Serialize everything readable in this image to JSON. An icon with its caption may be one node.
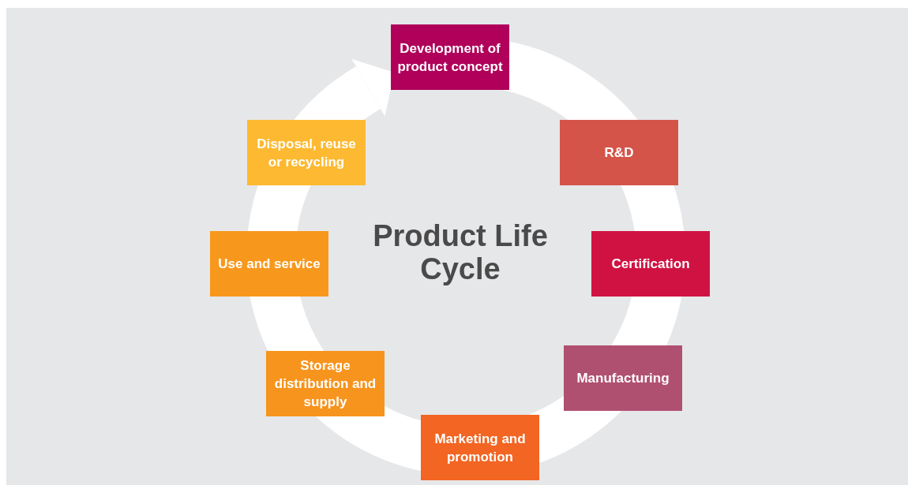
{
  "diagram": {
    "title": "Product Life Cycle",
    "nodes": [
      {
        "text": [
          "Development of product concept"
        ]
      },
      {
        "text": [
          "R&D"
        ]
      },
      {
        "text": [
          "Certification"
        ]
      },
      {
        "text": [
          "Manufacturing"
        ]
      },
      {
        "text": [
          "Marketing and promotion"
        ]
      },
      {
        "text": [
          "Storage distribution and supply"
        ]
      },
      {
        "text": [
          "Use and service"
        ]
      },
      {
        "text": [
          "Disposal, reuse or recycling"
        ]
      }
    ]
  }
}
